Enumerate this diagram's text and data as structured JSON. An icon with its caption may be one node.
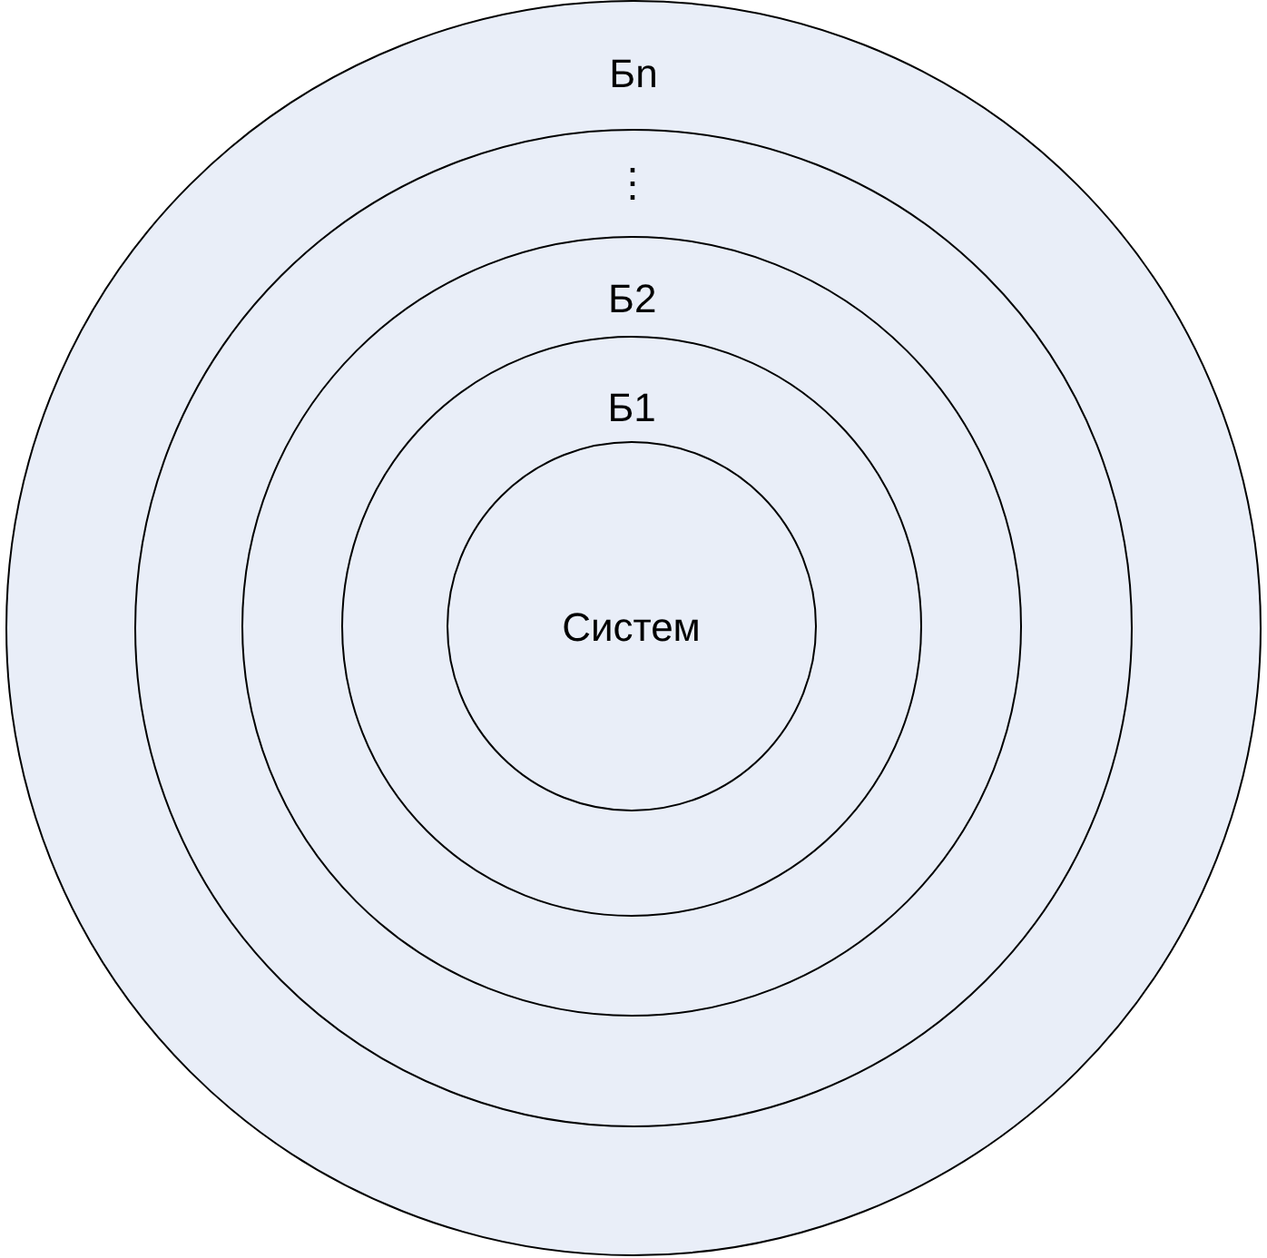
{
  "diagram": {
    "nodes": [
      {
        "text": [
          "Бn"
        ]
      },
      {
        "text": [
          "⋮"
        ],
        "in": 0
      },
      {
        "text": [
          "Б2"
        ],
        "in": 1
      },
      {
        "text": [
          "Б1"
        ],
        "in": 2
      },
      {
        "text": [
          "Систем"
        ],
        "in": 3
      }
    ]
  }
}
